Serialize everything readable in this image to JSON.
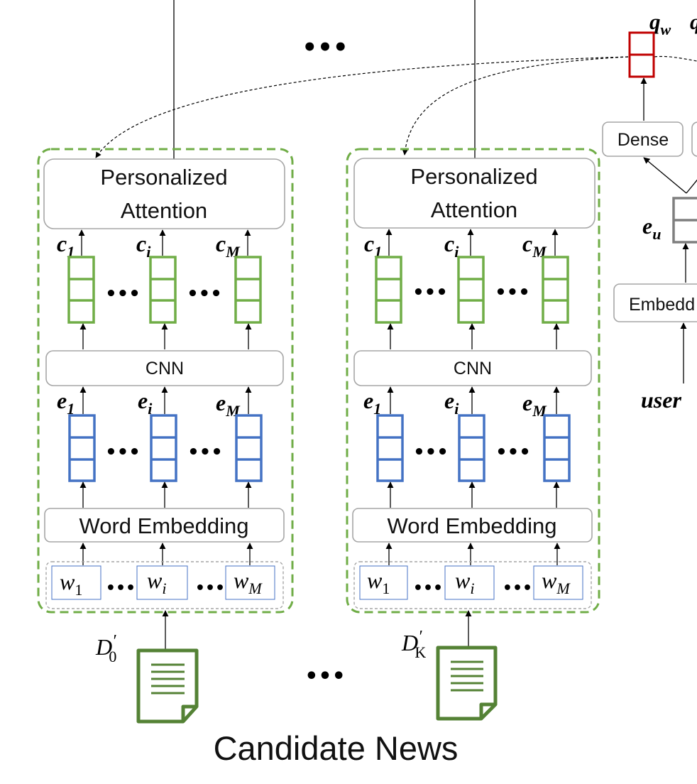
{
  "panels": [
    {
      "attention_label_1": "Personalized",
      "attention_label_2": "Attention",
      "cnn_label": "CNN",
      "embedding_label": "Word Embedding",
      "c_labels": [
        {
          "base": "c",
          "sub": "1"
        },
        {
          "base": "c",
          "sub": "i"
        },
        {
          "base": "c",
          "sub": "M"
        }
      ],
      "e_labels": [
        {
          "base": "e",
          "sub": "1"
        },
        {
          "base": "e",
          "sub": "i"
        },
        {
          "base": "e",
          "sub": "M"
        }
      ],
      "w_labels": [
        {
          "base": "w",
          "sub": "1"
        },
        {
          "base": "w",
          "sub": "i"
        },
        {
          "base": "w",
          "sub": "M"
        }
      ],
      "doc_label": {
        "base": "D",
        "sup": "′",
        "sub": "0"
      }
    },
    {
      "attention_label_1": "Personalized",
      "attention_label_2": "Attention",
      "cnn_label": "CNN",
      "embedding_label": "Word Embedding",
      "c_labels": [
        {
          "base": "c",
          "sub": "1"
        },
        {
          "base": "c",
          "sub": "i"
        },
        {
          "base": "c",
          "sub": "M"
        }
      ],
      "e_labels": [
        {
          "base": "e",
          "sub": "1"
        },
        {
          "base": "e",
          "sub": "i"
        },
        {
          "base": "e",
          "sub": "M"
        }
      ],
      "w_labels": [
        {
          "base": "w",
          "sub": "1"
        },
        {
          "base": "w",
          "sub": "i"
        },
        {
          "base": "w",
          "sub": "M"
        }
      ],
      "doc_label": {
        "base": "D",
        "sup": "′",
        "sub": "K"
      }
    }
  ],
  "right": {
    "qw_label": {
      "base": "q",
      "sub": "w"
    },
    "dense_label": "Dense",
    "eu_label": {
      "base": "e",
      "sub": "u"
    },
    "embed_label": "Embedd",
    "user_label": "user"
  },
  "caption": "Candidate News",
  "ellipsis": "•••",
  "colors": {
    "green": "#70ad47",
    "blue": "#4472c4",
    "red": "#c00000",
    "gray": "#7f7f7f",
    "dashed_green": "#70ad47"
  }
}
